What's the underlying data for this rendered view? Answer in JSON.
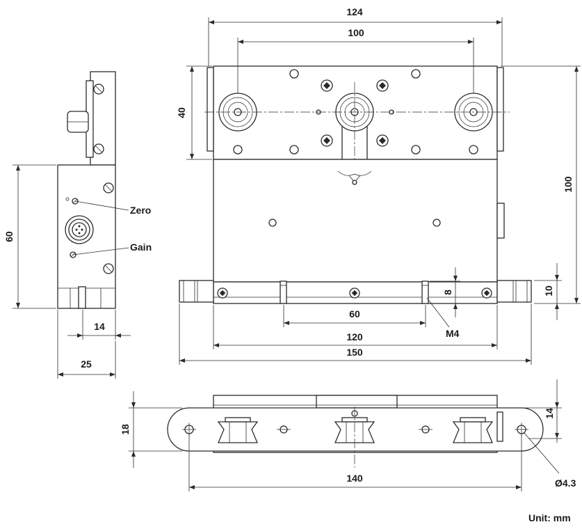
{
  "dimensions": {
    "top_width_outer": "124",
    "top_width_inner": "100",
    "top_height": "40",
    "total_height": "100",
    "side_height": "60",
    "foot_height": "10",
    "hole_depth": "8",
    "hole_spacing": "60",
    "body_width": "120",
    "overall_width": "150",
    "side_foot_width": "14",
    "side_width": "25",
    "bottom_height_left": "18",
    "bottom_height_right": "14",
    "bottom_hole_spacing": "140",
    "hole_diameter": "Ø4.3"
  },
  "labels": {
    "zero": "Zero",
    "gain": "Gain",
    "thread": "M4",
    "unit": "Unit: mm"
  }
}
